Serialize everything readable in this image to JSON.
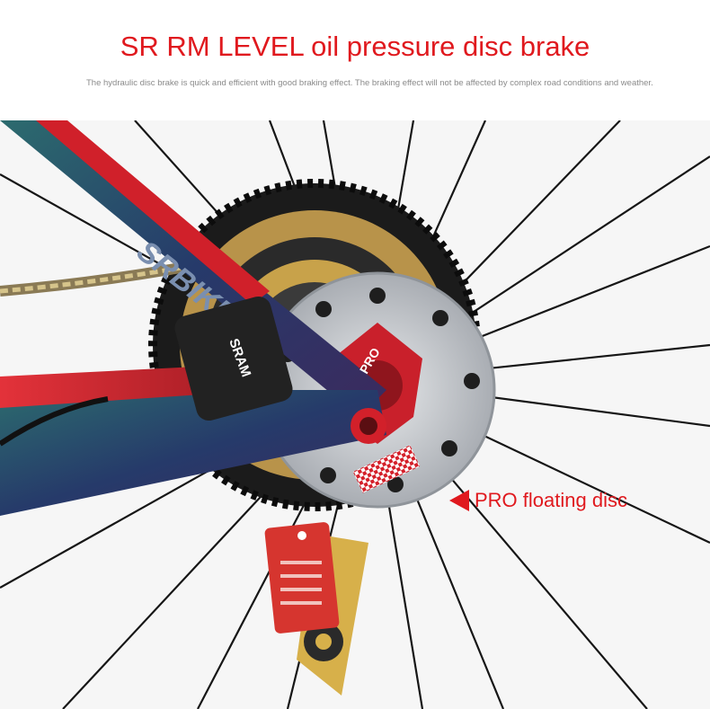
{
  "header": {
    "title": "SR RM LEVEL oil pressure disc brake",
    "subtitle": "The hydraulic disc brake is quick and efficient with good braking effect. The braking effect will not be affected by complex road conditions and weather."
  },
  "photo": {
    "frame_text": "SRAM",
    "adapter_text": "PRO"
  },
  "callout": {
    "label": "PRO floating disc",
    "icon": "arrow-left-icon",
    "color": "#e0191e"
  },
  "colors": {
    "accent": "#e0191e",
    "subtitle": "#8a8a8a",
    "frame_dark": "#23345a",
    "frame_red": "#c8222a",
    "gold": "#c8a24a",
    "rotor": "#c9ccd0"
  }
}
